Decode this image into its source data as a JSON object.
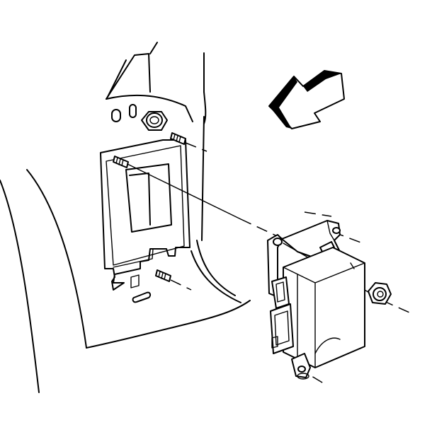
{
  "figure": {
    "kind": "exploded-view line drawing",
    "parts": [
      "panel",
      "bracket",
      "studs",
      "nut",
      "module",
      "direction-arrow"
    ],
    "colors": {
      "line": "#000000",
      "background": "#ffffff"
    },
    "text_labels": []
  }
}
